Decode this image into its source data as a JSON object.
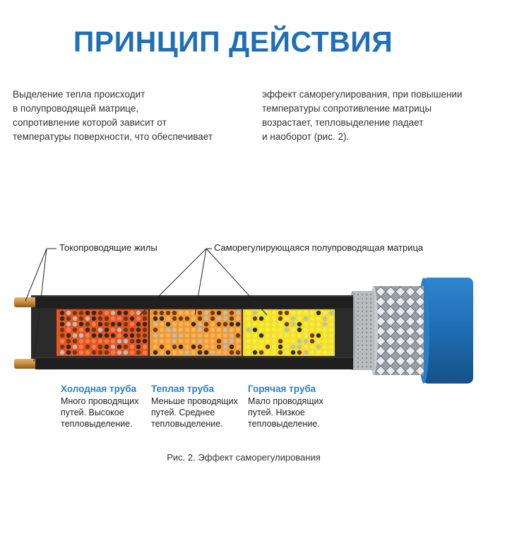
{
  "title": "ПРИНЦИП ДЕЙСТВИЯ",
  "paragraph_left": "Выделение тепла происходит\nв полупроводящей матрице,\nсопротивление которой зависит от\nтемпературы поверхности, что обеспечивает",
  "paragraph_right": "эффект саморегулирования, при повышении\nтемпературы сопротивление матрицы\nвозрастает, тепловыделение падает\nи наоборот (рис. 2).",
  "labels": {
    "conductors": "Токопроводящие жилы",
    "matrix": "Саморегулирующаяся полупроводящая матрица"
  },
  "zones": [
    {
      "title": "Холодная труба",
      "desc": "Много проводящих\nпутей. Высокое\nтепловыделение.",
      "color": "#e8541c"
    },
    {
      "title": "Теплая труба",
      "desc": "Меньше проводящих\nпутей. Среднее\nтепловыделение.",
      "color": "#f39a2e"
    },
    {
      "title": "Горячая труба",
      "desc": "Мало проводящих\nпутей. Низкое\nтепловыделение.",
      "color": "#f3e11c"
    }
  ],
  "caption": "Рис. 2. Эффект саморегулирования",
  "colors": {
    "title": "#1f6fb7",
    "zone_title": "#2a7fc4",
    "jacket": "#1e6db3",
    "conductor": "#c98a3c"
  }
}
